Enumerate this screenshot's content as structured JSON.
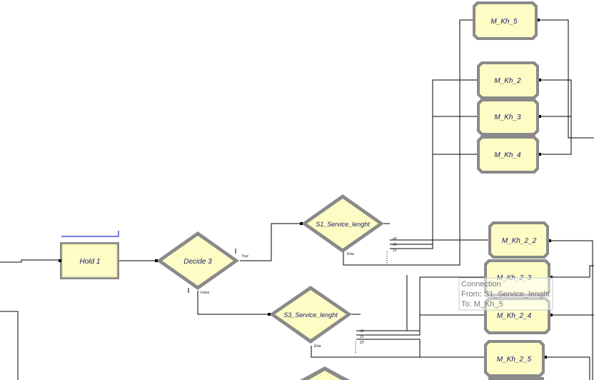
{
  "modules": {
    "hold1": "Hold 1",
    "decide3": "Decide 3",
    "s1_service": "S1_Service_lenght",
    "s3_service": "S3_Service_lenght",
    "m_kh_5": "M_Kh_5",
    "m_kh_2": "M_Kh_2",
    "m_kh_3": "M_Kh_3",
    "m_kh_4": "M_Kh_4",
    "m_kh_2_2": "M_Kh_2_2",
    "m_kh_2_3": "M_Kh_2_3",
    "m_kh_2_4": "M_Kh_2_4",
    "m_kh_2_5": "M_Kh_2_5"
  },
  "branch_labels": {
    "true": "True",
    "false": "False",
    "else1": "Else",
    "else2": "Else"
  },
  "percent_labels": {
    "s1": [
      "40",
      "30",
      "15"
    ],
    "s3": [
      "30",
      "25",
      "20"
    ]
  },
  "tooltip": {
    "line1": "Connection",
    "line2": "From: S1_Service_lenght",
    "line3": "To: M_Kh_5"
  },
  "colors": {
    "module_fill": "#fdfcc4",
    "module_border": "#8a8a8a",
    "connector": "#000000",
    "selection": "#1f2ecc"
  }
}
